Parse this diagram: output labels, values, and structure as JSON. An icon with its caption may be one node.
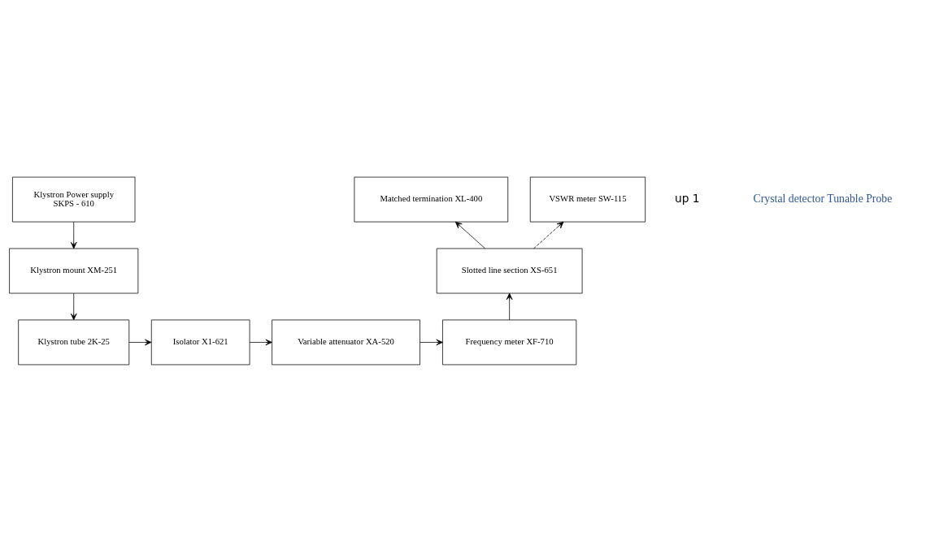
{
  "diagram": {
    "nodes": [
      {
        "text": [
          "Klystron Power supply",
          "SKPS - 610"
        ]
      },
      {
        "text": [
          "Klystron mount XM-251"
        ]
      },
      {
        "text": [
          "Klystron tube 2K-25"
        ]
      },
      {
        "text": [
          "Isolator X1-621"
        ]
      },
      {
        "text": [
          "Variable attenuator XA-520"
        ]
      },
      {
        "text": [
          "Frequency meter XF-710"
        ]
      },
      {
        "text": [
          "Slotted line section XS-651"
        ]
      },
      {
        "text": [
          "Matched termination XL-400"
        ]
      },
      {
        "text": [
          "VSWR meter SW-115"
        ]
      }
    ],
    "edges": [
      {
        "from": 0,
        "to": 1,
        "arrow": "to"
      },
      {
        "from": 1,
        "to": 2,
        "arrow": "to"
      },
      {
        "from": 2,
        "to": 3,
        "arrow": "to"
      },
      {
        "from": 3,
        "to": 4,
        "arrow": "to"
      },
      {
        "from": 4,
        "to": 5,
        "arrow": "to"
      },
      {
        "from": 5,
        "to": 6,
        "arrow": "to"
      },
      {
        "from": 6,
        "to": 7,
        "arrow": "to"
      },
      {
        "from": 6,
        "to": 8,
        "arrow": "to",
        "style": "dashed"
      }
    ],
    "labels": [
      "up 1",
      "Crystal detector Tunable Probe"
    ]
  }
}
